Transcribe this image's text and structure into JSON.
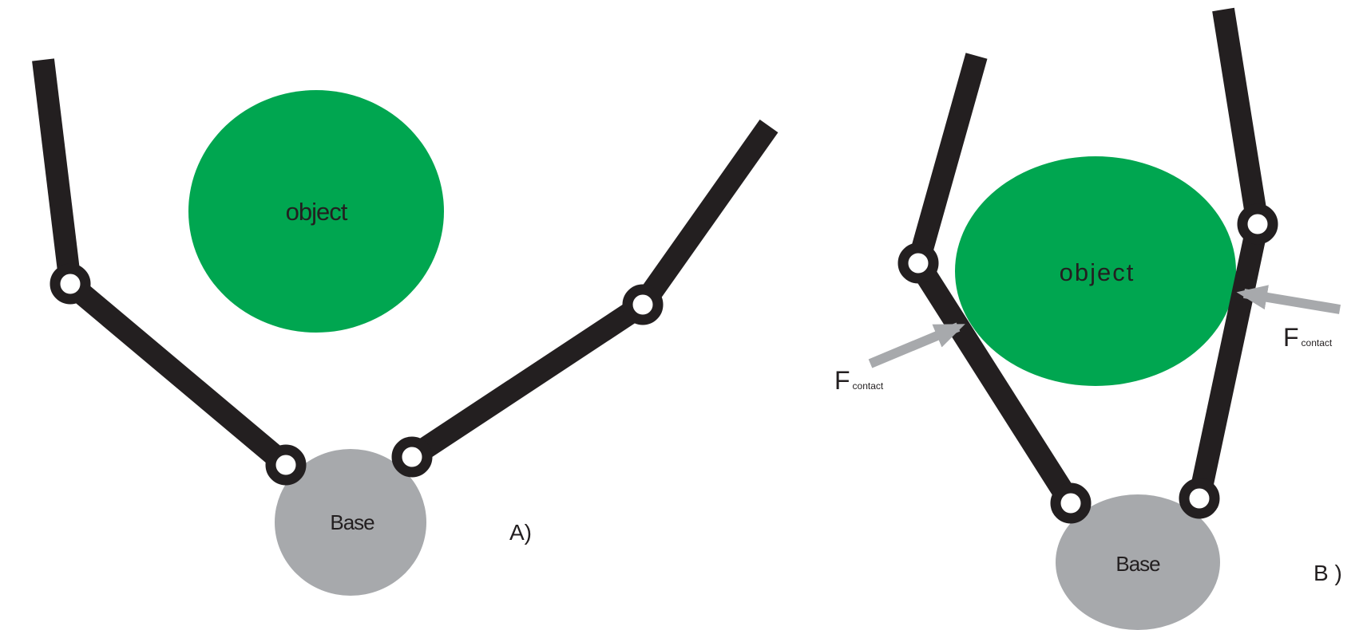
{
  "colors": {
    "object": "#00a650",
    "base": "#a7a9ac",
    "link": "#231f20",
    "force_arrow": "#a7a9ac",
    "background": "#ffffff"
  },
  "panel_a": {
    "object_label": "object",
    "base_label": "Base",
    "panel_label": "A)"
  },
  "panel_b": {
    "object_label": "object",
    "base_label": "Base",
    "panel_label": "B )",
    "force_left_main": "F",
    "force_left_sub": "contact",
    "force_right_main": "F",
    "force_right_sub": "contact"
  }
}
